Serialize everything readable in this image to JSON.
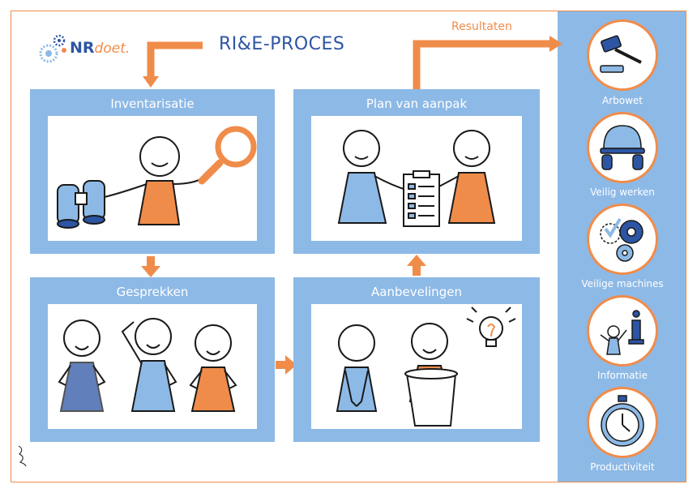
{
  "title": "RI&E-PROCES",
  "logo": {
    "brand": "NR",
    "suffix": "doet."
  },
  "results_label": "Resultaten",
  "steps": [
    {
      "label": "Inventarisatie"
    },
    {
      "label": "Plan van aanpak"
    },
    {
      "label": "Gesprekken"
    },
    {
      "label": "Aanbevelingen"
    }
  ],
  "results": [
    {
      "label": "Arbowet",
      "icon": "gavel-icon"
    },
    {
      "label": "Veilig werken",
      "icon": "helmet-icon"
    },
    {
      "label": "Veilige machines",
      "icon": "gears-icon"
    },
    {
      "label": "Informatie",
      "icon": "info-icon"
    },
    {
      "label": "Productiviteit",
      "icon": "stopwatch-icon"
    }
  ],
  "colors": {
    "blue": "#8db9e6",
    "orange": "#f08c4a",
    "navy": "#2d55a3"
  }
}
